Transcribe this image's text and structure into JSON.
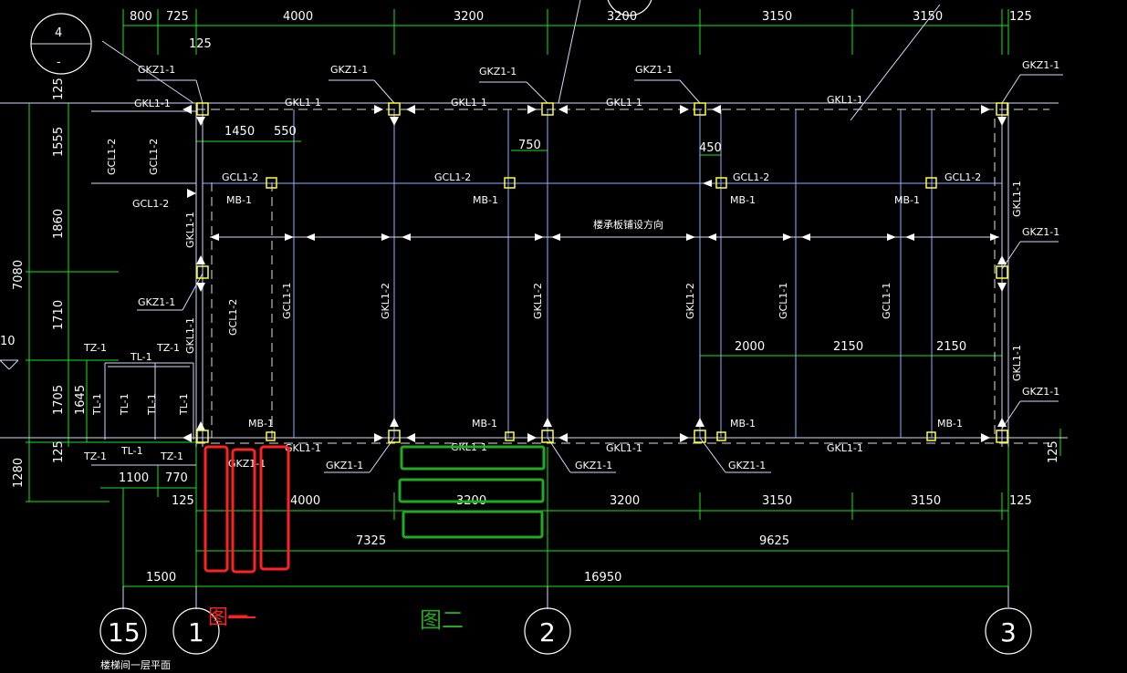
{
  "top_dims": [
    "800",
    "725",
    "4000",
    "3200",
    "3200",
    "3150",
    "3150",
    "125"
  ],
  "top_small": "125",
  "bottom_dims": [
    "1100",
    "770",
    "125",
    "4000",
    "3200",
    "3200",
    "3150",
    "3150",
    "125"
  ],
  "bottom_totals": [
    "7325",
    "9625"
  ],
  "bottom_total_all": "16950",
  "bottom_left": "1500",
  "left_dims": [
    "125",
    "1555",
    "1860",
    "1710",
    "1705",
    "125",
    "1280"
  ],
  "left_total": "7080",
  "left_small": "1645",
  "left_cut": "10",
  "inner_dims": [
    "1450",
    "550",
    "750",
    "450",
    "2000",
    "2150",
    "2150"
  ],
  "right_dim": "125",
  "column_labels": [
    "GKZ1-1",
    "GKZ1-1",
    "GKZ1-1",
    "GKZ1-1",
    "GKZ1-1",
    "GKZ1-1",
    "GKZ1-1",
    "GKZ1-1",
    "GKZ1-1",
    "GKZ1-1",
    "GKZ1-1",
    "GKZ1-1"
  ],
  "beam_labels_top": [
    "GKL1-1",
    "GKL1-1",
    "GKL1-1",
    "GKL1-1",
    "GKL1-1"
  ],
  "beam_labels_bottom": [
    "GKL1-1",
    "GKL1-1",
    "GKL1-1",
    "GKL1-1"
  ],
  "gcl_labels": [
    "GCL1-2",
    "GCL1-2",
    "GCL1-2",
    "GCL1-2",
    "GCL1-2"
  ],
  "gcl_vert": [
    "GCL1-2",
    "GCL1-2",
    "GCL1-2",
    "GCL1-1",
    "GCL1-1",
    "GCL1-1"
  ],
  "gkl_vert": [
    "GKL1-1",
    "GKL1-1",
    "GKL1-2",
    "GKL1-2",
    "GKL1-2",
    "GKL1-1",
    "GKL1-1"
  ],
  "mb_labels": [
    "MB-1",
    "MB-1",
    "MB-1",
    "MB-1",
    "MB-1",
    "MB-1",
    "MB-1",
    "MB-1"
  ],
  "stair_labels": [
    "TZ-1",
    "TL-1",
    "TZ-1",
    "TL-1",
    "TL-1",
    "TL-1",
    "TL-1",
    "TZ-1",
    "TL-1",
    "TZ-1"
  ],
  "slab_note": "楼承板铺设方向",
  "axes": [
    "15",
    "1",
    "2",
    "3"
  ],
  "section_mark": [
    "4",
    "-"
  ],
  "bottom_note": "楼梯间一层平面",
  "fig1": "图一",
  "fig2": "图二",
  "colors": {
    "red": "#ff2222",
    "green": "#22aa22",
    "grid": "#19e619"
  }
}
